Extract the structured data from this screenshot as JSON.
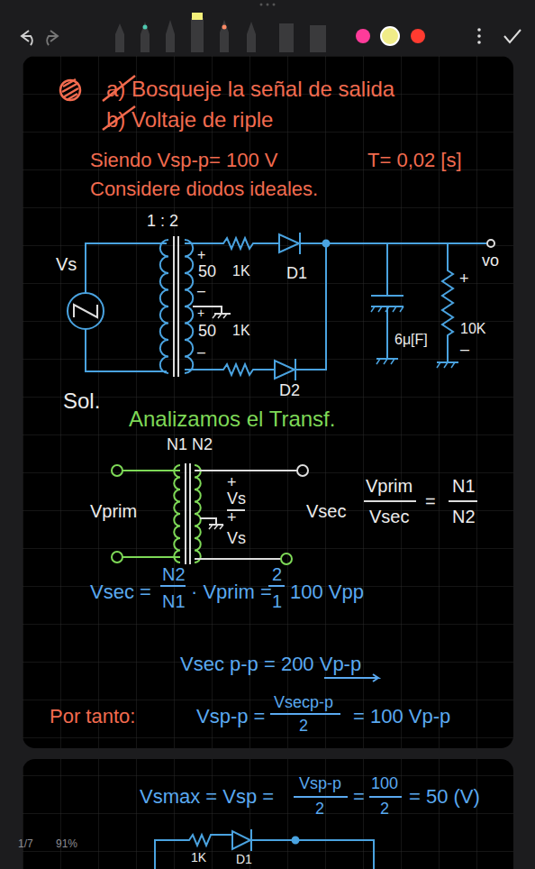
{
  "diagram": {
    "labels": [
      "a) Bosqueje la señal de salida",
      "b) Voltaje de riple",
      "Siendo Vsp-p= 100 V",
      "T= 0,02 [s]",
      "Considere diodos ideales.",
      "1 : 2",
      "Vs",
      "+",
      "50",
      "1K",
      "D1",
      "–",
      "+",
      "50",
      "1K",
      "–",
      "D2",
      "6μ[F]",
      "+",
      "10K",
      "–",
      "vo",
      "Sol.",
      "Analizamos el Transf.",
      "N1 N2",
      "+",
      "Vs",
      "+",
      "Vs",
      "Vprim",
      "Vsec",
      "Vprim",
      "Vsec",
      "=",
      "N1",
      "N2",
      "Vsec =",
      "N2",
      "N1",
      "· Vprim =",
      "2",
      "1",
      "100 Vpp",
      "Vsec p-p = 200 Vp-p",
      "Por tanto:",
      "Vsp-p =",
      "Vsecp-p",
      "2",
      "= 100 Vp-p",
      "Vsmax = Vsp =",
      "Vsp-p",
      "2",
      "=",
      "100",
      "2",
      "= 50 (V)",
      "1K",
      "D1",
      "1/7",
      "91%"
    ]
  }
}
